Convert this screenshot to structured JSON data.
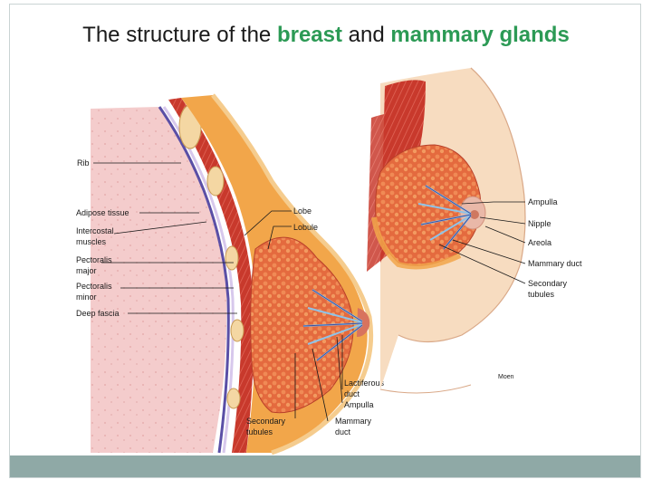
{
  "title": {
    "prefix": "The structure of the ",
    "highlight_1": "breast",
    "middle": " and ",
    "highlight_2": "mammary glands"
  },
  "left_labels": {
    "rib": "Rib",
    "adipose": "Adipose tissue",
    "intercostal_1": "Intercostal",
    "intercostal_2": "muscles",
    "pect_major_1": "Pectoralis",
    "pect_major_2": "major",
    "pect_minor_1": "Pectoralis",
    "pect_minor_2": "minor",
    "deep_fascia": "Deep fascia",
    "lobe": "Lobe",
    "lobule": "Lobule",
    "lactiferous_1": "Lactiferous",
    "lactiferous_2": "duct",
    "ampulla": "Ampulla",
    "secondary_1": "Secondary",
    "secondary_2": "tubules",
    "mammary_1": "Mammary",
    "mammary_2": "duct"
  },
  "right_labels": {
    "ampulla": "Ampulla",
    "nipple": "Nipple",
    "areola": "Areola",
    "mammary_duct": "Mammary duct",
    "secondary_1": "Secondary",
    "secondary_2": "tubules",
    "signature": "Moen"
  },
  "colors": {
    "title_highlight": "#2c9a55",
    "footer_bar": "#8fa9a6",
    "skin": "#f7dcc0",
    "lung": "#f3c8c8",
    "fat": "#f2a23a",
    "gland": "#e0603a",
    "muscle": "#c93a2b",
    "duct": "#8fc3e8"
  }
}
